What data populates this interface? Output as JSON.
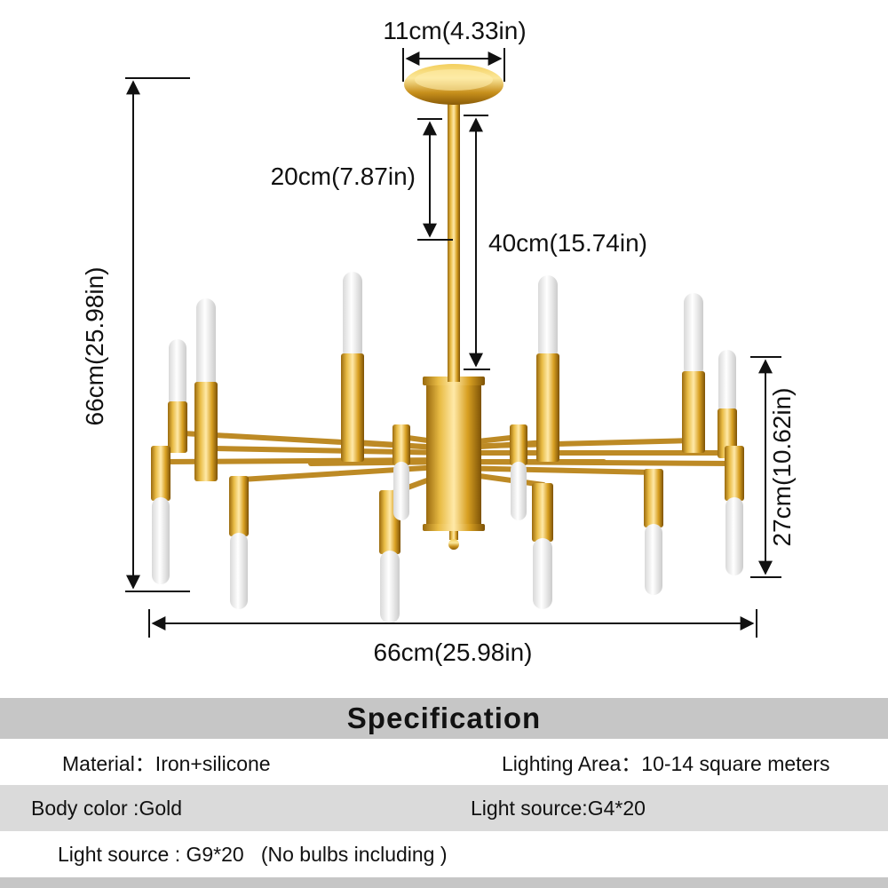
{
  "dimensions": {
    "canopy_width": "11cm(4.33in)",
    "rod_short": "20cm(7.87in)",
    "rod_long": "40cm(15.74in)",
    "total_height": "66cm(25.98in)",
    "lamp_body_height": "27cm(10.62in)",
    "total_width": "66cm(25.98in)"
  },
  "spec": {
    "title": "Specification",
    "rows": [
      {
        "left": "Material：Iron+silicone",
        "right": "Lighting Area：10-14 square meters"
      },
      {
        "left": "Body color :Gold",
        "right": "Light source:G4*20"
      },
      {
        "left": "Light source : G9*20   (No bulbs including )",
        "right": ""
      }
    ]
  },
  "colors": {
    "gold": "#c8901c",
    "header_gray": "#c6c6c6",
    "row_gray": "#dadada",
    "dimension_line": "#111111"
  }
}
